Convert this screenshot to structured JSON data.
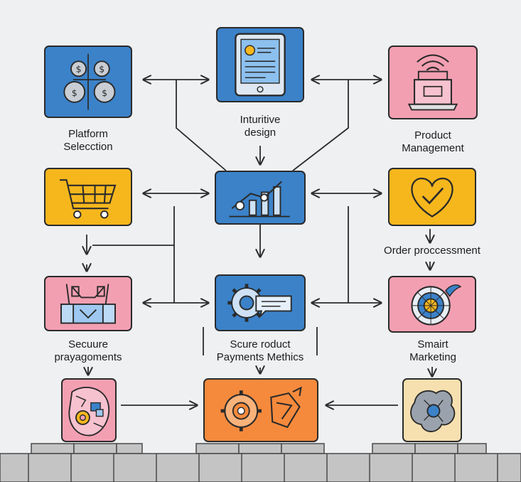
{
  "colors": {
    "background": "#eef0f2",
    "blue": "#3b82c9",
    "yellow": "#f6b71d",
    "pink": "#f39fb2",
    "orange": "#f58a3c",
    "cream": "#f7e0b0",
    "outline": "#2b2b2b",
    "base": "#c4c4c4"
  },
  "nodes": {
    "platform_selection": {
      "line1": "Platform",
      "line2": "Selecction",
      "icon": "coins-icon"
    },
    "intuitive_design": {
      "line1": "Inturitive",
      "line2": "design",
      "icon": "tablet-icon"
    },
    "product_management": {
      "line1": "Product",
      "line2": "Management",
      "icon": "laptop-wifi-icon"
    },
    "shopping_cart": {
      "icon": "shopping-cart-icon"
    },
    "analytics_hub": {
      "icon": "growth-chart-icon"
    },
    "order_processment": {
      "line1": "Order proccessment",
      "icon": "heart-check-icon"
    },
    "secure_payments": {
      "line1": "Secuure",
      "line2": "prayagoments",
      "icon": "shop-storefront-icon"
    },
    "secure_product_payments": {
      "line1": "Scure roduct",
      "line2": "Payments Methics",
      "icon": "gear-message-icon"
    },
    "smart_marketing": {
      "line1": "Smairt",
      "line2": "Marketing",
      "icon": "target-dartboard-icon"
    },
    "bottom_left": {
      "icon": "gear-collage-icon"
    },
    "bottom_center": {
      "icon": "gear-arrows-icon"
    },
    "bottom_right": {
      "icon": "flower-shape-icon"
    }
  }
}
